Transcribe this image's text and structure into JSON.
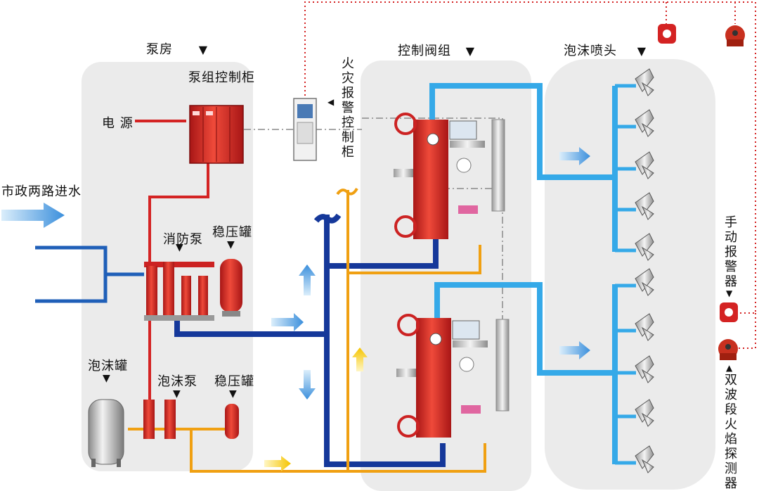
{
  "labels": {
    "pump_room": "泵房",
    "pump_control_cabinet": "泵组控制柜",
    "power": "电 源",
    "municipal_water": "市政两路进水",
    "fire_pump": "消防泵",
    "pressure_tank_top": "稳压罐",
    "foam_tank": "泡沫罐",
    "foam_pump": "泡沫泵",
    "pressure_tank_bottom": "稳压罐",
    "fire_alarm_cabinet": "火灾报警控制柜",
    "valve_group": "控制阀组",
    "foam_nozzle": "泡沫喷头",
    "manual_alarm": "手动报警器",
    "flame_detector": "双波段火焰探测器"
  },
  "markers": {
    "down": "▼",
    "up": "▲",
    "left": "◀"
  },
  "colors": {
    "panel": "#ebebeb",
    "power_line": "#d42323",
    "water_pipe": "#1f5fb8",
    "main_pipe": "#15389a",
    "foam_pipe": "#f0a012",
    "nozzle_pipe": "#35a9e8",
    "signal_line": "#d42323",
    "valve_red": "#d62d2d"
  }
}
